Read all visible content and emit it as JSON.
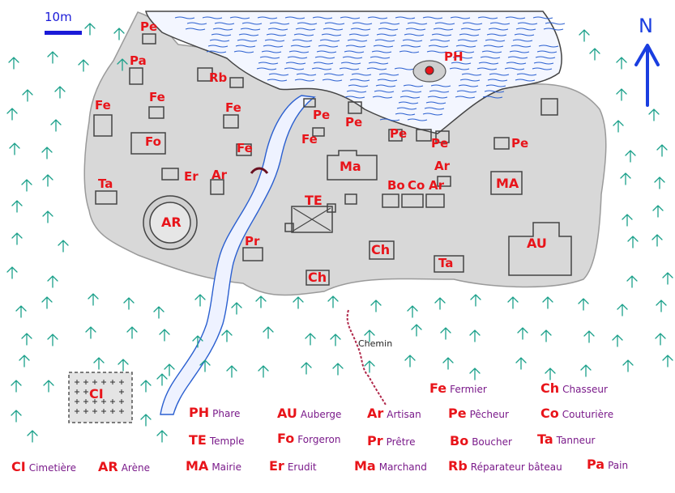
{
  "scale": {
    "label": "10m"
  },
  "north": {
    "label": "N"
  },
  "road": {
    "label": "Chemin"
  },
  "map_labels": [
    "Pe",
    "Pa",
    "Rb",
    "PH",
    "Fe",
    "Fe",
    "Fe",
    "Pe",
    "Pe",
    "Pe",
    "Pe",
    "Pe",
    "Fo",
    "Fe",
    "Fe",
    "Ma",
    "Ar",
    "Ta",
    "Er",
    "Ar",
    "MA",
    "Bo",
    "Co",
    "Ar",
    "TE",
    "AR",
    "Pr",
    "Ch",
    "AU",
    "Ta",
    "Ch",
    "CI"
  ],
  "legend": [
    {
      "code": "Fe",
      "name": "Fermier"
    },
    {
      "code": "Ch",
      "name": "Chasseur"
    },
    {
      "code": "PH",
      "name": "Phare"
    },
    {
      "code": "AU",
      "name": "Auberge"
    },
    {
      "code": "Ar",
      "name": "Artisan"
    },
    {
      "code": "Pe",
      "name": "Pêcheur"
    },
    {
      "code": "Co",
      "name": "Couturière"
    },
    {
      "code": "TE",
      "name": "Temple"
    },
    {
      "code": "Fo",
      "name": "Forgeron"
    },
    {
      "code": "Pr",
      "name": "Prêtre"
    },
    {
      "code": "Bo",
      "name": "Boucher"
    },
    {
      "code": "Ta",
      "name": "Tanneur"
    },
    {
      "code": "CI",
      "name": "Cimetière"
    },
    {
      "code": "AR",
      "name": "Arène"
    },
    {
      "code": "MA",
      "name": "Mairie"
    },
    {
      "code": "Er",
      "name": "Erudit"
    },
    {
      "code": "Ma",
      "name": "Marchand"
    },
    {
      "code": "Rb",
      "name": "Réparateur bâteau"
    },
    {
      "code": "Pa",
      "name": "Pain"
    }
  ],
  "colors": {
    "label_red": "#e8141a",
    "legend_purple": "#7a1a8a",
    "water_blue": "#2a5fd0",
    "tree_teal": "#1aa08a",
    "ground_gray": "#d6d6d6",
    "building_stroke": "#444444",
    "road_red": "#b0284a"
  }
}
